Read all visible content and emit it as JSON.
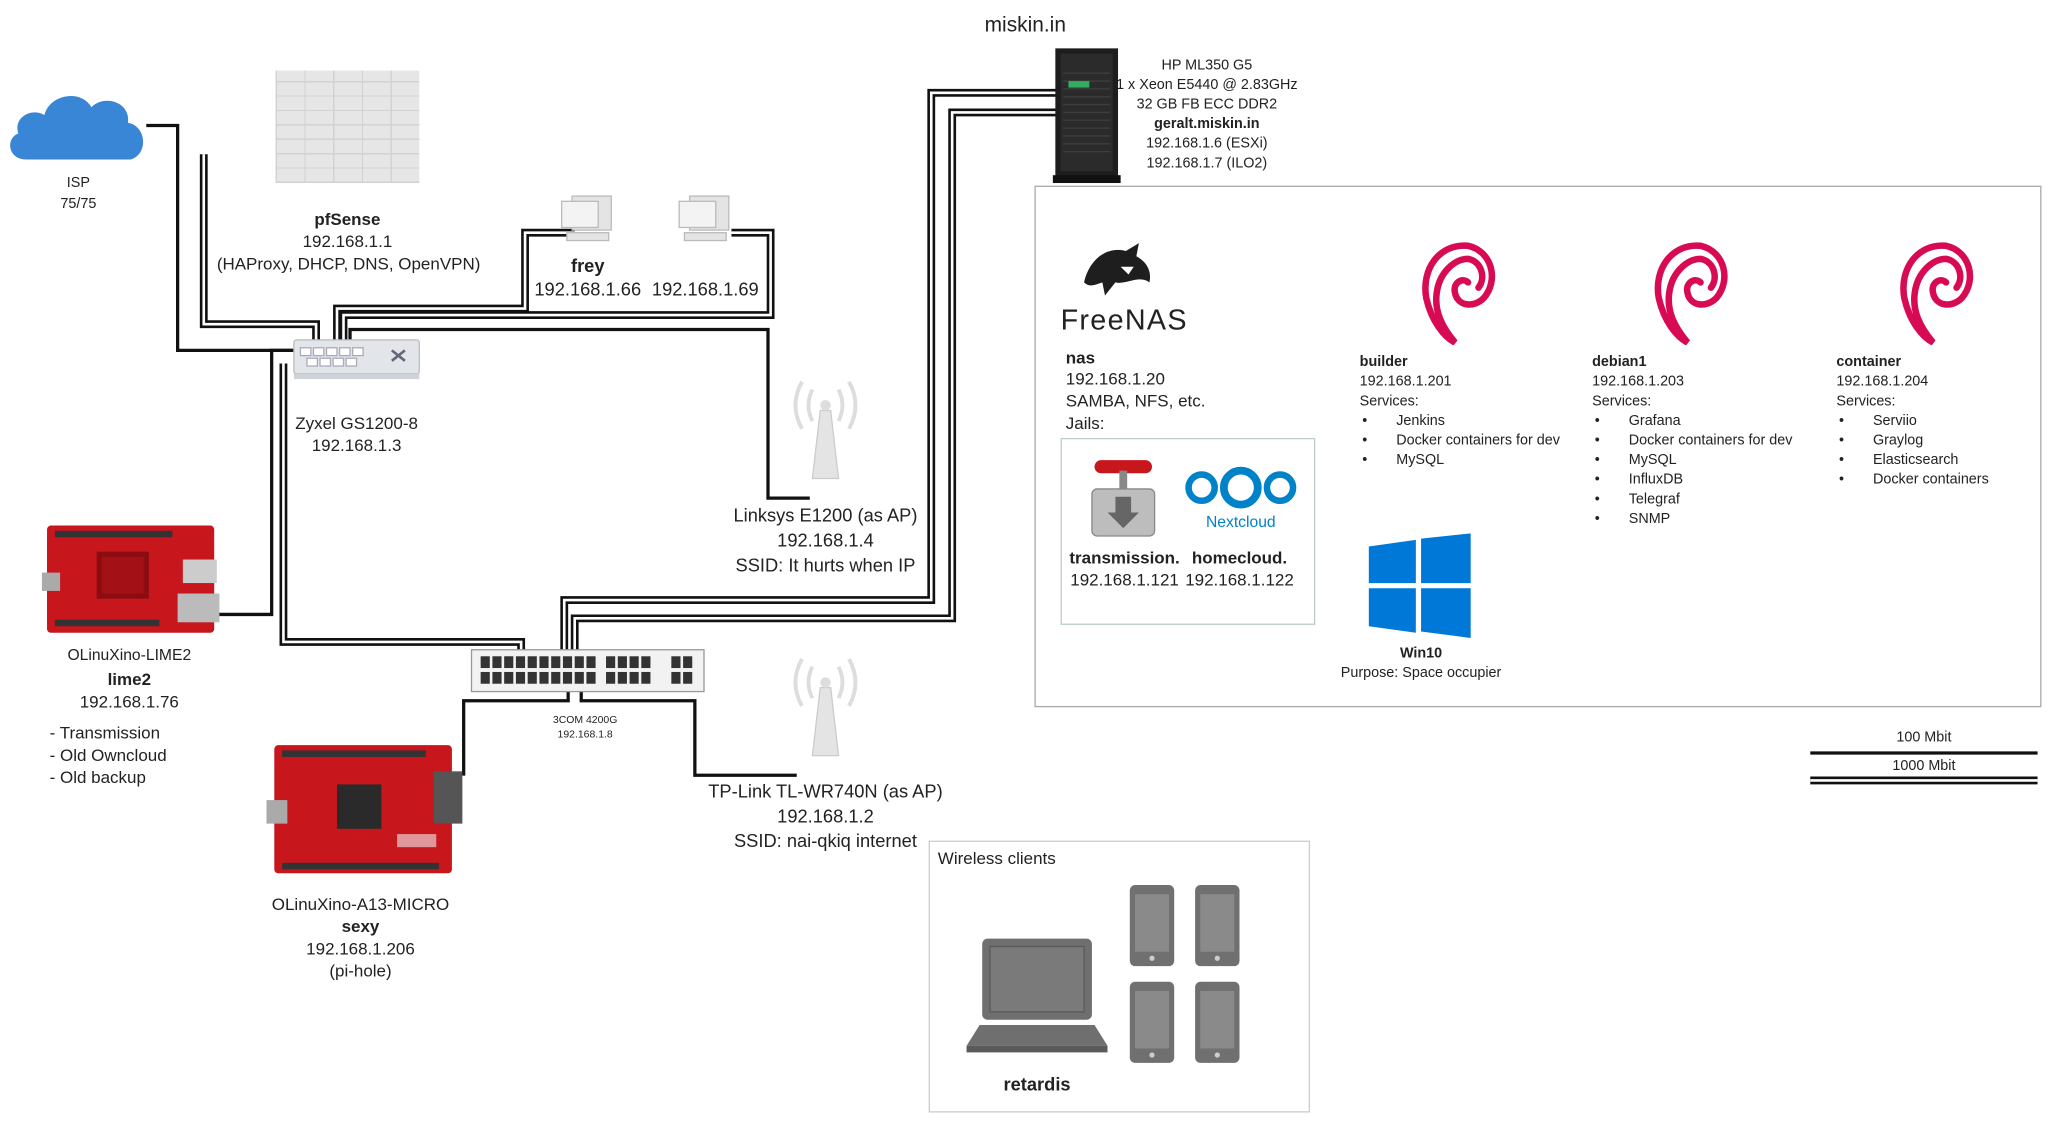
{
  "server": {
    "domain": "miskin.in",
    "model": "HP ML350 G5",
    "cpu": "1 x Xeon E5440 @ 2.83GHz",
    "ram": "32 GB FB ECC DDR2",
    "hostname": "geralt.miskin.in",
    "ip_esxi": "192.168.1.6 (ESXi)",
    "ip_ilo": "192.168.1.7 (ILO2)"
  },
  "isp": {
    "name": "ISP",
    "speed": "75/75"
  },
  "pfsense": {
    "name": "pfSense",
    "ip": "192.168.1.1",
    "desc": "(HAProxy, DHCP, DNS, OpenVPN)"
  },
  "pcs": {
    "frey_name": "frey",
    "frey_ip": "192.168.1.66",
    "other_ip": "192.168.1.69"
  },
  "zyxel": {
    "name": "Zyxel GS1200-8",
    "ip": "192.168.1.3"
  },
  "linksys": {
    "name": "Linksys E1200 (as AP)",
    "ip": "192.168.1.4",
    "ssid": "SSID: It hurts when IP"
  },
  "tplink": {
    "name": "TP-Link TL-WR740N (as AP)",
    "ip": "192.168.1.2",
    "ssid": "SSID: nai-qkiq internet"
  },
  "switch3com": {
    "name": "3COM 4200G",
    "ip": "192.168.1.8"
  },
  "lime2": {
    "model": "OLinuXino-LIME2",
    "name": "lime2",
    "ip": "192.168.1.76",
    "notes": [
      "- Transmission",
      "- Old Owncloud",
      "- Old backup"
    ]
  },
  "a13": {
    "model": "OLinuXino-A13-MICRO",
    "name": "sexy",
    "ip": "192.168.1.206",
    "note": "(pi-hole)"
  },
  "nas": {
    "logo": "FreeNAS",
    "name": "nas",
    "ip": "192.168.1.20",
    "services": "SAMBA, NFS, etc.",
    "jails_label": "Jails:",
    "jail1_name": "transmission.",
    "jail1_ip": "192.168.1.121",
    "jail2_logo": "Nextcloud",
    "jail2_name": "homecloud.",
    "jail2_ip": "192.168.1.122"
  },
  "vms": [
    {
      "name": "builder",
      "ip": "192.168.1.201",
      "services_label": "Services:",
      "services": [
        "Jenkins",
        "Docker containers for dev",
        "MySQL"
      ]
    },
    {
      "name": "debian1",
      "ip": "192.168.1.203",
      "services_label": "Services:",
      "services": [
        "Grafana",
        "Docker containers for dev",
        "MySQL",
        "InfluxDB",
        "Telegraf",
        "SNMP"
      ]
    },
    {
      "name": "container",
      "ip": "192.168.1.204",
      "services_label": "Services:",
      "services": [
        "Serviio",
        "Graylog",
        "Elasticsearch",
        "Docker containers"
      ]
    }
  ],
  "win10": {
    "name": "Win10",
    "purpose": "Purpose: Space occupier"
  },
  "legend": {
    "single": "100 Mbit",
    "double": "1000 Mbit"
  },
  "wireless": {
    "title": "Wireless clients",
    "laptop": "retardis"
  },
  "colors": {
    "debian": "#d70a53",
    "nextcloud": "#0082c9",
    "windows": "#0078d7",
    "olimex_red": "#c8161d",
    "cloud": "#3a86d6"
  }
}
